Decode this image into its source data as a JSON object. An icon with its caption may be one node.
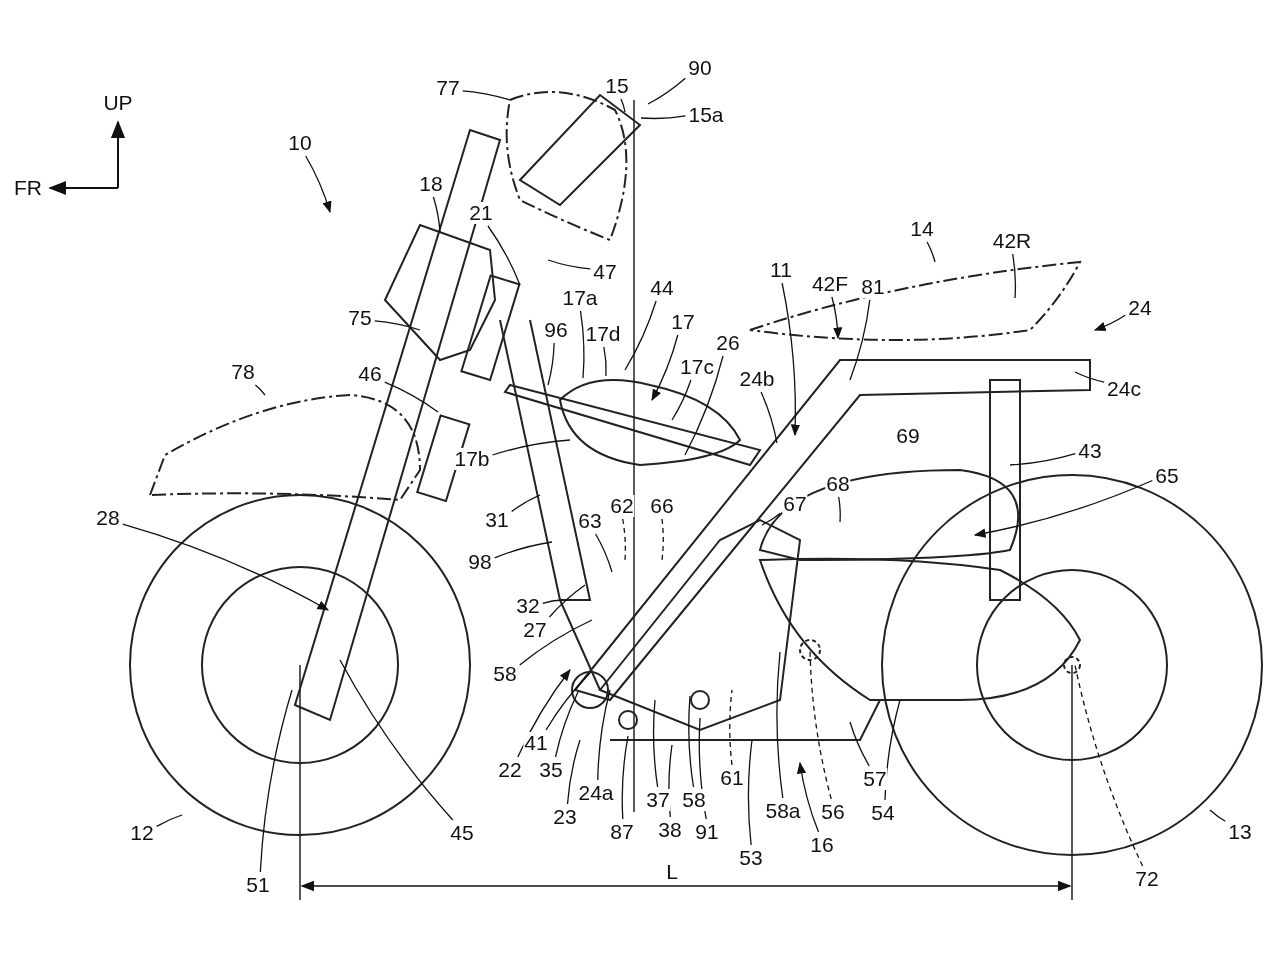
{
  "diagram": {
    "nodes": [
      {
        "text": [
          "10"
        ]
      },
      {
        "text": [
          "15"
        ]
      },
      {
        "text": [
          "90"
        ]
      },
      {
        "text": [
          "15a"
        ]
      },
      {
        "text": [
          "77"
        ]
      },
      {
        "text": [
          "18"
        ]
      },
      {
        "text": [
          "21"
        ]
      },
      {
        "text": [
          "47"
        ]
      },
      {
        "text": [
          "75"
        ]
      },
      {
        "text": [
          "78"
        ]
      },
      {
        "text": [
          "46"
        ]
      },
      {
        "text": [
          "17a"
        ]
      },
      {
        "text": [
          "44"
        ]
      },
      {
        "text": [
          "96"
        ]
      },
      {
        "text": [
          "17d"
        ]
      },
      {
        "text": [
          "17"
        ]
      },
      {
        "text": [
          "17c"
        ]
      },
      {
        "text": [
          "26"
        ]
      },
      {
        "text": [
          "24b"
        ]
      },
      {
        "text": [
          "11"
        ]
      },
      {
        "text": [
          "42F"
        ]
      },
      {
        "text": [
          "81"
        ]
      },
      {
        "text": [
          "14"
        ]
      },
      {
        "text": [
          "42R"
        ]
      },
      {
        "text": [
          "24"
        ]
      },
      {
        "text": [
          "24c"
        ]
      },
      {
        "text": [
          "43"
        ]
      },
      {
        "text": [
          "65"
        ]
      },
      {
        "text": [
          "68"
        ]
      },
      {
        "text": [
          "67"
        ]
      },
      {
        "text": [
          "66"
        ]
      },
      {
        "text": [
          "62"
        ]
      },
      {
        "text": [
          "63"
        ]
      },
      {
        "text": [
          "98"
        ]
      },
      {
        "text": [
          "31"
        ]
      },
      {
        "text": [
          "17b"
        ]
      },
      {
        "text": [
          "28"
        ]
      },
      {
        "text": [
          "32"
        ]
      },
      {
        "text": [
          "27"
        ]
      },
      {
        "text": [
          "58"
        ]
      },
      {
        "text": [
          "41"
        ]
      },
      {
        "text": [
          "22"
        ]
      },
      {
        "text": [
          "35"
        ]
      },
      {
        "text": [
          "23"
        ]
      },
      {
        "text": [
          "24a"
        ]
      },
      {
        "text": [
          "87"
        ]
      },
      {
        "text": [
          "37"
        ]
      },
      {
        "text": [
          "38"
        ]
      },
      {
        "text": [
          "58"
        ]
      },
      {
        "text": [
          "91"
        ]
      },
      {
        "text": [
          "61"
        ]
      },
      {
        "text": [
          "58a"
        ]
      },
      {
        "text": [
          "53"
        ]
      },
      {
        "text": [
          "16"
        ]
      },
      {
        "text": [
          "56"
        ]
      },
      {
        "text": [
          "57"
        ]
      },
      {
        "text": [
          "54"
        ]
      },
      {
        "text": [
          "12"
        ]
      },
      {
        "text": [
          "45"
        ]
      },
      {
        "text": [
          "51"
        ]
      },
      {
        "text": [
          "13"
        ]
      },
      {
        "text": [
          "72"
        ]
      }
    ],
    "edges": [
      {
        "from": 0,
        "to": null,
        "arrow": "to"
      },
      {
        "from": 1,
        "to": null,
        "arrow": "none"
      },
      {
        "from": 2,
        "to": null,
        "arrow": "none"
      },
      {
        "from": 3,
        "to": null,
        "arrow": "none"
      },
      {
        "from": 4,
        "to": null,
        "arrow": "none"
      },
      {
        "from": 5,
        "to": null,
        "arrow": "none"
      },
      {
        "from": 6,
        "to": null,
        "arrow": "none"
      },
      {
        "from": 7,
        "to": null,
        "arrow": "none"
      },
      {
        "from": 8,
        "to": null,
        "arrow": "none"
      },
      {
        "from": 9,
        "to": null,
        "arrow": "none"
      },
      {
        "from": 10,
        "to": null,
        "arrow": "none"
      },
      {
        "from": 11,
        "to": null,
        "arrow": "none"
      },
      {
        "from": 12,
        "to": null,
        "arrow": "none"
      },
      {
        "from": 13,
        "to": null,
        "arrow": "none"
      },
      {
        "from": 14,
        "to": null,
        "arrow": "none"
      },
      {
        "from": 15,
        "to": null,
        "arrow": "to"
      },
      {
        "from": 16,
        "to": null,
        "arrow": "none"
      },
      {
        "from": 17,
        "to": null,
        "arrow": "none"
      },
      {
        "from": 18,
        "to": null,
        "arrow": "none"
      },
      {
        "from": 19,
        "to": null,
        "arrow": "to"
      },
      {
        "from": 20,
        "to": null,
        "arrow": "to"
      },
      {
        "from": 21,
        "to": null,
        "arrow": "none"
      },
      {
        "from": 22,
        "to": null,
        "arrow": "none"
      },
      {
        "from": 23,
        "to": null,
        "arrow": "none"
      },
      {
        "from": 24,
        "to": null,
        "arrow": "to"
      },
      {
        "from": 25,
        "to": null,
        "arrow": "none"
      },
      {
        "from": 26,
        "to": null,
        "arrow": "none"
      },
      {
        "from": 27,
        "to": null,
        "arrow": "to"
      },
      {
        "from": 28,
        "to": null,
        "arrow": "none"
      },
      {
        "from": 29,
        "to": null,
        "arrow": "none"
      },
      {
        "from": 30,
        "to": null,
        "arrow": "none",
        "style": "dashed"
      },
      {
        "from": 31,
        "to": null,
        "arrow": "none",
        "style": "dashed"
      },
      {
        "from": 32,
        "to": null,
        "arrow": "none"
      },
      {
        "from": 33,
        "to": null,
        "arrow": "none"
      },
      {
        "from": 34,
        "to": null,
        "arrow": "none"
      },
      {
        "from": 35,
        "to": null,
        "arrow": "none"
      },
      {
        "from": 36,
        "to": null,
        "arrow": "to"
      },
      {
        "from": 37,
        "to": null,
        "arrow": "none"
      },
      {
        "from": 38,
        "to": null,
        "arrow": "none"
      },
      {
        "from": 39,
        "to": null,
        "arrow": "none"
      },
      {
        "from": 40,
        "to": null,
        "arrow": "none"
      },
      {
        "from": 41,
        "to": null,
        "arrow": "to"
      },
      {
        "from": 42,
        "to": null,
        "arrow": "none"
      },
      {
        "from": 43,
        "to": null,
        "arrow": "none"
      },
      {
        "from": 44,
        "to": null,
        "arrow": "none"
      },
      {
        "from": 45,
        "to": null,
        "arrow": "none"
      },
      {
        "from": 46,
        "to": null,
        "arrow": "none"
      },
      {
        "from": 47,
        "to": null,
        "arrow": "none"
      },
      {
        "from": 48,
        "to": null,
        "arrow": "none"
      },
      {
        "from": 49,
        "to": null,
        "arrow": "none"
      },
      {
        "from": 50,
        "to": null,
        "arrow": "none",
        "style": "dashed"
      },
      {
        "from": 51,
        "to": null,
        "arrow": "none"
      },
      {
        "from": 52,
        "to": null,
        "arrow": "none"
      },
      {
        "from": 53,
        "to": null,
        "arrow": "to"
      },
      {
        "from": 54,
        "to": null,
        "arrow": "none",
        "style": "dashed"
      },
      {
        "from": 55,
        "to": null,
        "arrow": "none"
      },
      {
        "from": 56,
        "to": null,
        "arrow": "none"
      },
      {
        "from": 57,
        "to": null,
        "arrow": "none"
      },
      {
        "from": 58,
        "to": null,
        "arrow": "none"
      },
      {
        "from": 59,
        "to": null,
        "arrow": "none"
      },
      {
        "from": 60,
        "to": null,
        "arrow": "none"
      },
      {
        "from": 61,
        "to": null,
        "arrow": "none",
        "style": "dashed"
      }
    ],
    "labels": [
      "UP",
      "FR",
      "69",
      "L"
    ]
  }
}
